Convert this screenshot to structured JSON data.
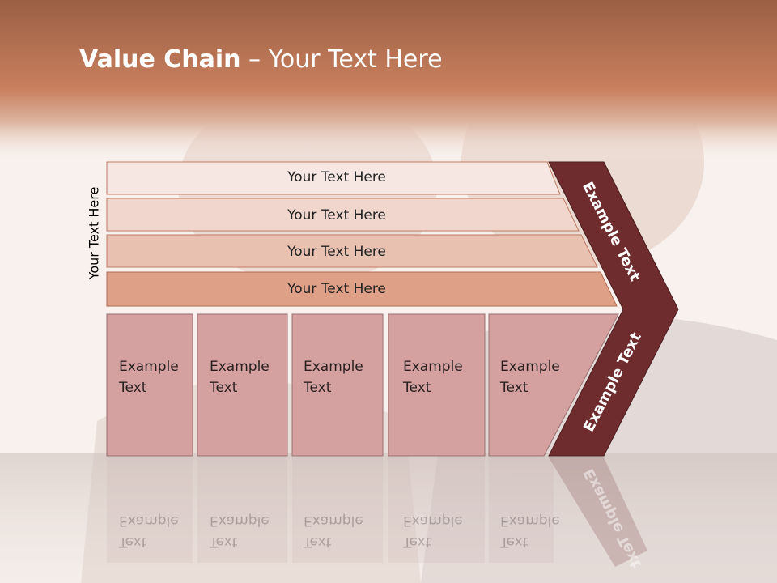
{
  "title": {
    "bold": "Value Chain",
    "rest": " – Your Text Here"
  },
  "side_label": "Your Text Here",
  "rows": [
    {
      "label": "Your Text Here"
    },
    {
      "label": "Your Text Here"
    },
    {
      "label": "Your Text Here"
    },
    {
      "label": "Your Text Here"
    }
  ],
  "columns": [
    {
      "line1": "Example",
      "line2": "Text"
    },
    {
      "line1": "Example",
      "line2": "Text"
    },
    {
      "line1": "Example",
      "line2": "Text"
    },
    {
      "line1": "Example",
      "line2": "Text"
    },
    {
      "line1": "Example",
      "line2": "Text"
    }
  ],
  "chevron": {
    "upper": "Example Text",
    "lower": "Example Text"
  },
  "colors": {
    "header_band": "#c47b58",
    "row1": "#f6e7e2",
    "row2": "#f0d6cc",
    "row3": "#e9c1b1",
    "row4": "#dea086",
    "column_fill": "#d4a0a0",
    "chevron_fill": "#6e2c2e"
  }
}
